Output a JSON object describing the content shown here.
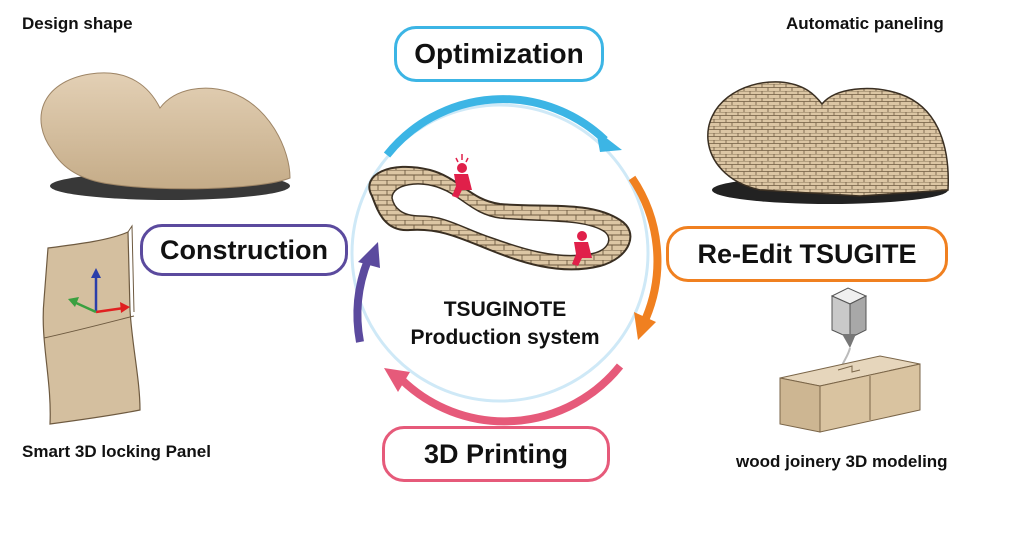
{
  "labels": {
    "design_shape": "Design shape",
    "automatic_paneling": "Automatic paneling",
    "smart_panel": "Smart 3D locking Panel",
    "wood_joinery": "wood joinery 3D modeling"
  },
  "steps": {
    "optimization": "Optimization",
    "re_edit": "Re-Edit TSUGITE",
    "printing": "3D Printing",
    "construction": "Construction"
  },
  "center": {
    "line1": "TSUGINOTE",
    "line2": "Production system"
  },
  "colors": {
    "optimization": "#3cb5e5",
    "re_edit": "#f08020",
    "printing": "#e65a7a",
    "construction": "#5b4a9e",
    "ring": "#c8e6f5",
    "wood": "#d8c3a3",
    "wood_dark": "#a88d68"
  }
}
